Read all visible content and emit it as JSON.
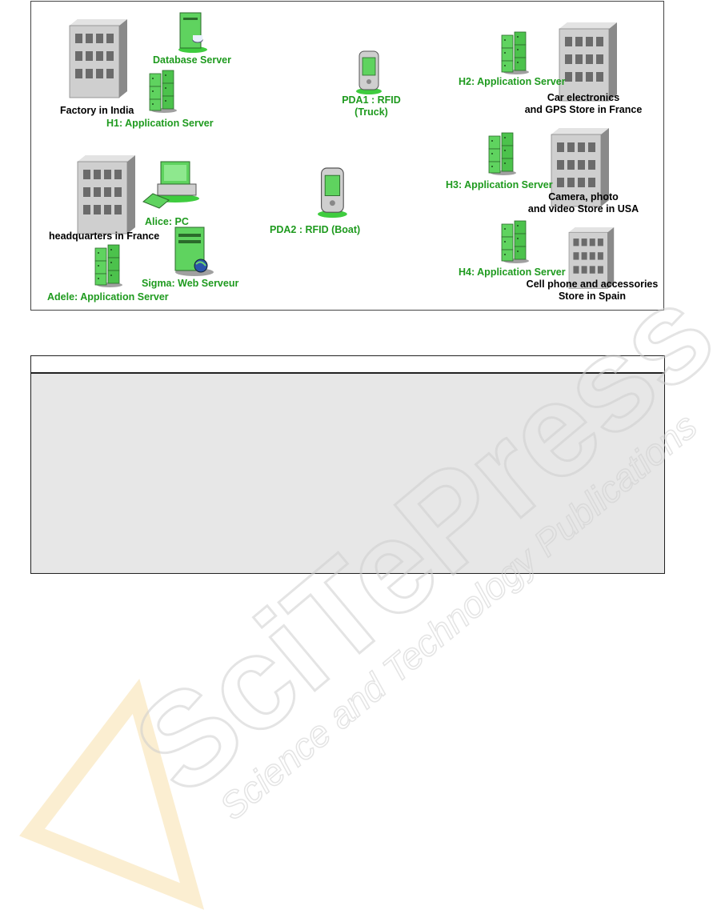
{
  "diagram": {
    "labels": {
      "database_server": "Database Server",
      "factory_india": "Factory in India",
      "h1": "H1: Application Server",
      "pda1_line1": "PDA1 : RFID",
      "pda1_line2": "(Truck)",
      "h2": "H2: Application Server",
      "store_france_line1": "Car electronics",
      "store_france_line2": "and GPS Store in France",
      "h3": "H3: Application Server",
      "store_usa_line1": "Camera, photo",
      "store_usa_line2": "and video Store in USA",
      "alice": "Alice: PC",
      "headquarters": "headquarters  in France",
      "pda2": "PDA2 : RFID (Boat)",
      "sigma": "Sigma: Web Serveur",
      "adele": "Adele: Application Server",
      "h4": "H4: Application Server",
      "store_spain_line1": "Cell phone and accessories",
      "store_spain_line2": "Store in Spain"
    },
    "colors": {
      "node_label": "#1e9a1e",
      "place_label": "#000000",
      "server": "#5fd35f",
      "building": "#c8c8c8"
    },
    "icons": [
      "building-icon",
      "database-server-icon",
      "application-server-icon",
      "pda-icon",
      "pc-icon",
      "web-server-icon"
    ]
  },
  "watermark": {
    "brand": "SciTePress",
    "tagline": "Science and Technology Publications"
  }
}
